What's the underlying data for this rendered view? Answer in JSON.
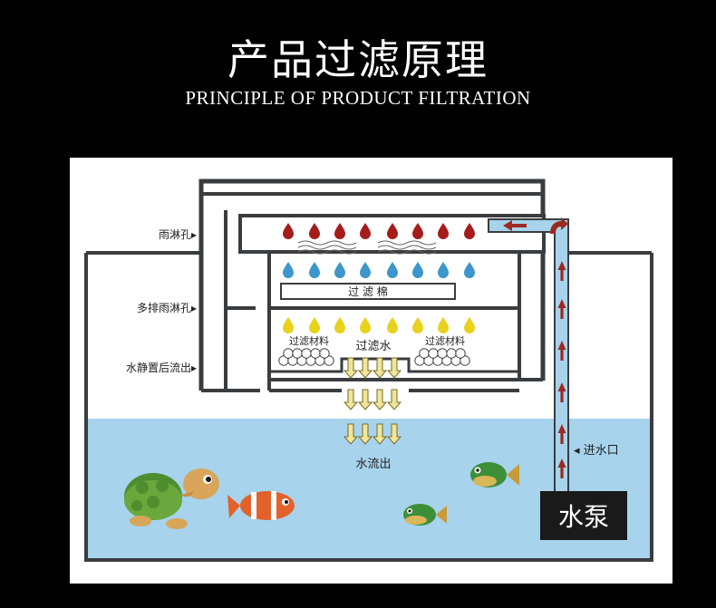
{
  "header": {
    "title": "产品过滤原理",
    "subtitle": "PRINCIPLE OF PRODUCT FILTRATION"
  },
  "diagram": {
    "labels": {
      "rain_holes": "雨淋孔▸",
      "multi_rain_holes": "多排雨淋孔▸",
      "settled_outflow": "水静置后流出▸",
      "filter_cotton": "过 滤 棉",
      "filter_material_left": "过滤材料",
      "filtered_water": "过滤水",
      "filter_material_right": "过滤材料",
      "water_outflow": "水流出",
      "water_inlet": "◂ 进水口",
      "pump": "水泵"
    },
    "colors": {
      "outline": "#3a3d40",
      "water": "#a7d3ec",
      "red_drop": "#a51c1c",
      "blue_drop": "#3d96cc",
      "yellow_drop": "#e9d21c",
      "arrow_red": "#9c2a22",
      "pump_bg": "#1a1a1a"
    }
  }
}
